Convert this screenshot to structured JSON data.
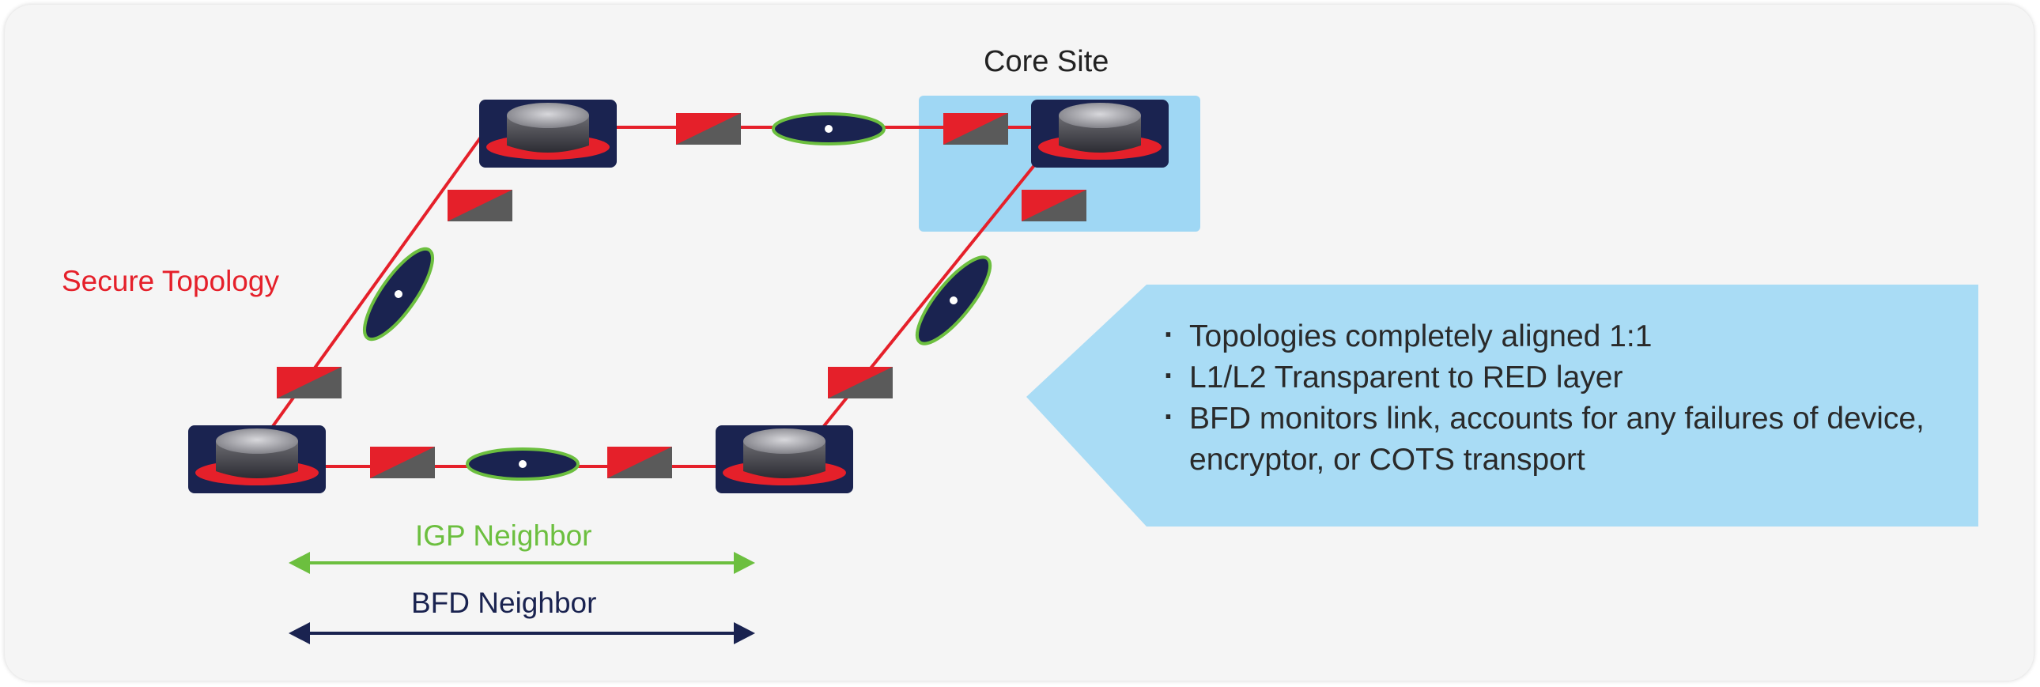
{
  "labels": {
    "core_site": "Core Site",
    "secure_topology": "Secure Topology",
    "igp_neighbor": "IGP Neighbor",
    "bfd_neighbor": "BFD Neighbor"
  },
  "callout": {
    "items": [
      "Topologies completely aligned 1:1",
      "L1/L2 Transparent to RED layer",
      "BFD monitors link, accounts for any failures of device, encryptor, or COTS transport"
    ]
  },
  "colors": {
    "red_link": "#e5202a",
    "igp_green": "#6cbf3f",
    "bfd_navy": "#1a2350",
    "core_site_fill": "#9fd7f4",
    "callout_fill": "#a9dcf5"
  },
  "icons": {
    "router": "router-icon",
    "encryptor": "encryptor-icon",
    "transport": "transport-link-icon"
  }
}
